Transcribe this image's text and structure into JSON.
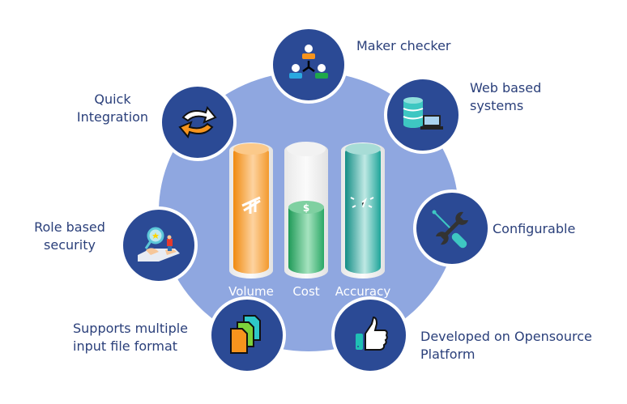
{
  "diagram": {
    "center_metrics": [
      {
        "label": "Volume",
        "color": "#f7941d",
        "fill_level": 1.0
      },
      {
        "label": "Cost",
        "color": "#2fa86a",
        "fill_level": 0.55
      },
      {
        "label": "Accuracy",
        "color": "#1fa59a",
        "fill_level": 1.0
      }
    ],
    "features": [
      {
        "label": "Maker checker",
        "icon": "hierarchy-people-icon"
      },
      {
        "label_line1": "Web based",
        "label_line2": "systems",
        "icon": "database-laptop-icon"
      },
      {
        "label": "Configurable",
        "icon": "wrench-screwdriver-icon"
      },
      {
        "label_line1": "Developed on Opensource",
        "label_line2": "Platform",
        "icon": "thumbs-up-icon"
      },
      {
        "label_line1": "Supports multiple",
        "label_line2": "input file format",
        "icon": "stacked-files-icon"
      },
      {
        "label_line1": "Role based",
        "label_line2": "security",
        "icon": "magnifier-hand-icon"
      },
      {
        "label_line1": "Quick",
        "label_line2": "Integration",
        "icon": "refresh-arrows-icon"
      }
    ]
  }
}
